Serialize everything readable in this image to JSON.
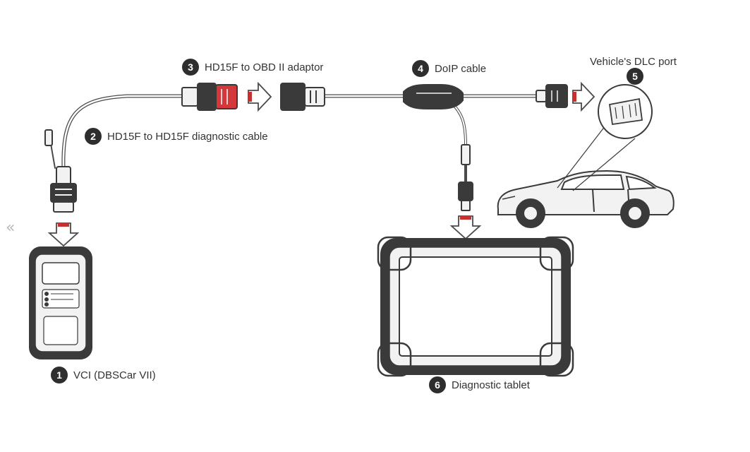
{
  "colors": {
    "line": "#4a4a4a",
    "badge": "#2e2e2e",
    "connector_red": "#d3393b",
    "arrow_fill": "#ffffff",
    "arrow_stripe": "#c8302f",
    "device_dark": "#3a3a3a",
    "device_light": "#f2f2f2"
  },
  "components": [
    {
      "number": "1",
      "label": "VCI (DBSCar VII)"
    },
    {
      "number": "2",
      "label": "HD15F to HD15F diagnostic cable"
    },
    {
      "number": "3",
      "label": "HD15F to OBD II adaptor"
    },
    {
      "number": "4",
      "label": "DoIP cable"
    },
    {
      "number": "5",
      "label": "Vehicle's DLC port"
    },
    {
      "number": "6",
      "label": "Diagnostic tablet"
    }
  ],
  "icons": {
    "page_left": "double-chevron-left-icon"
  }
}
